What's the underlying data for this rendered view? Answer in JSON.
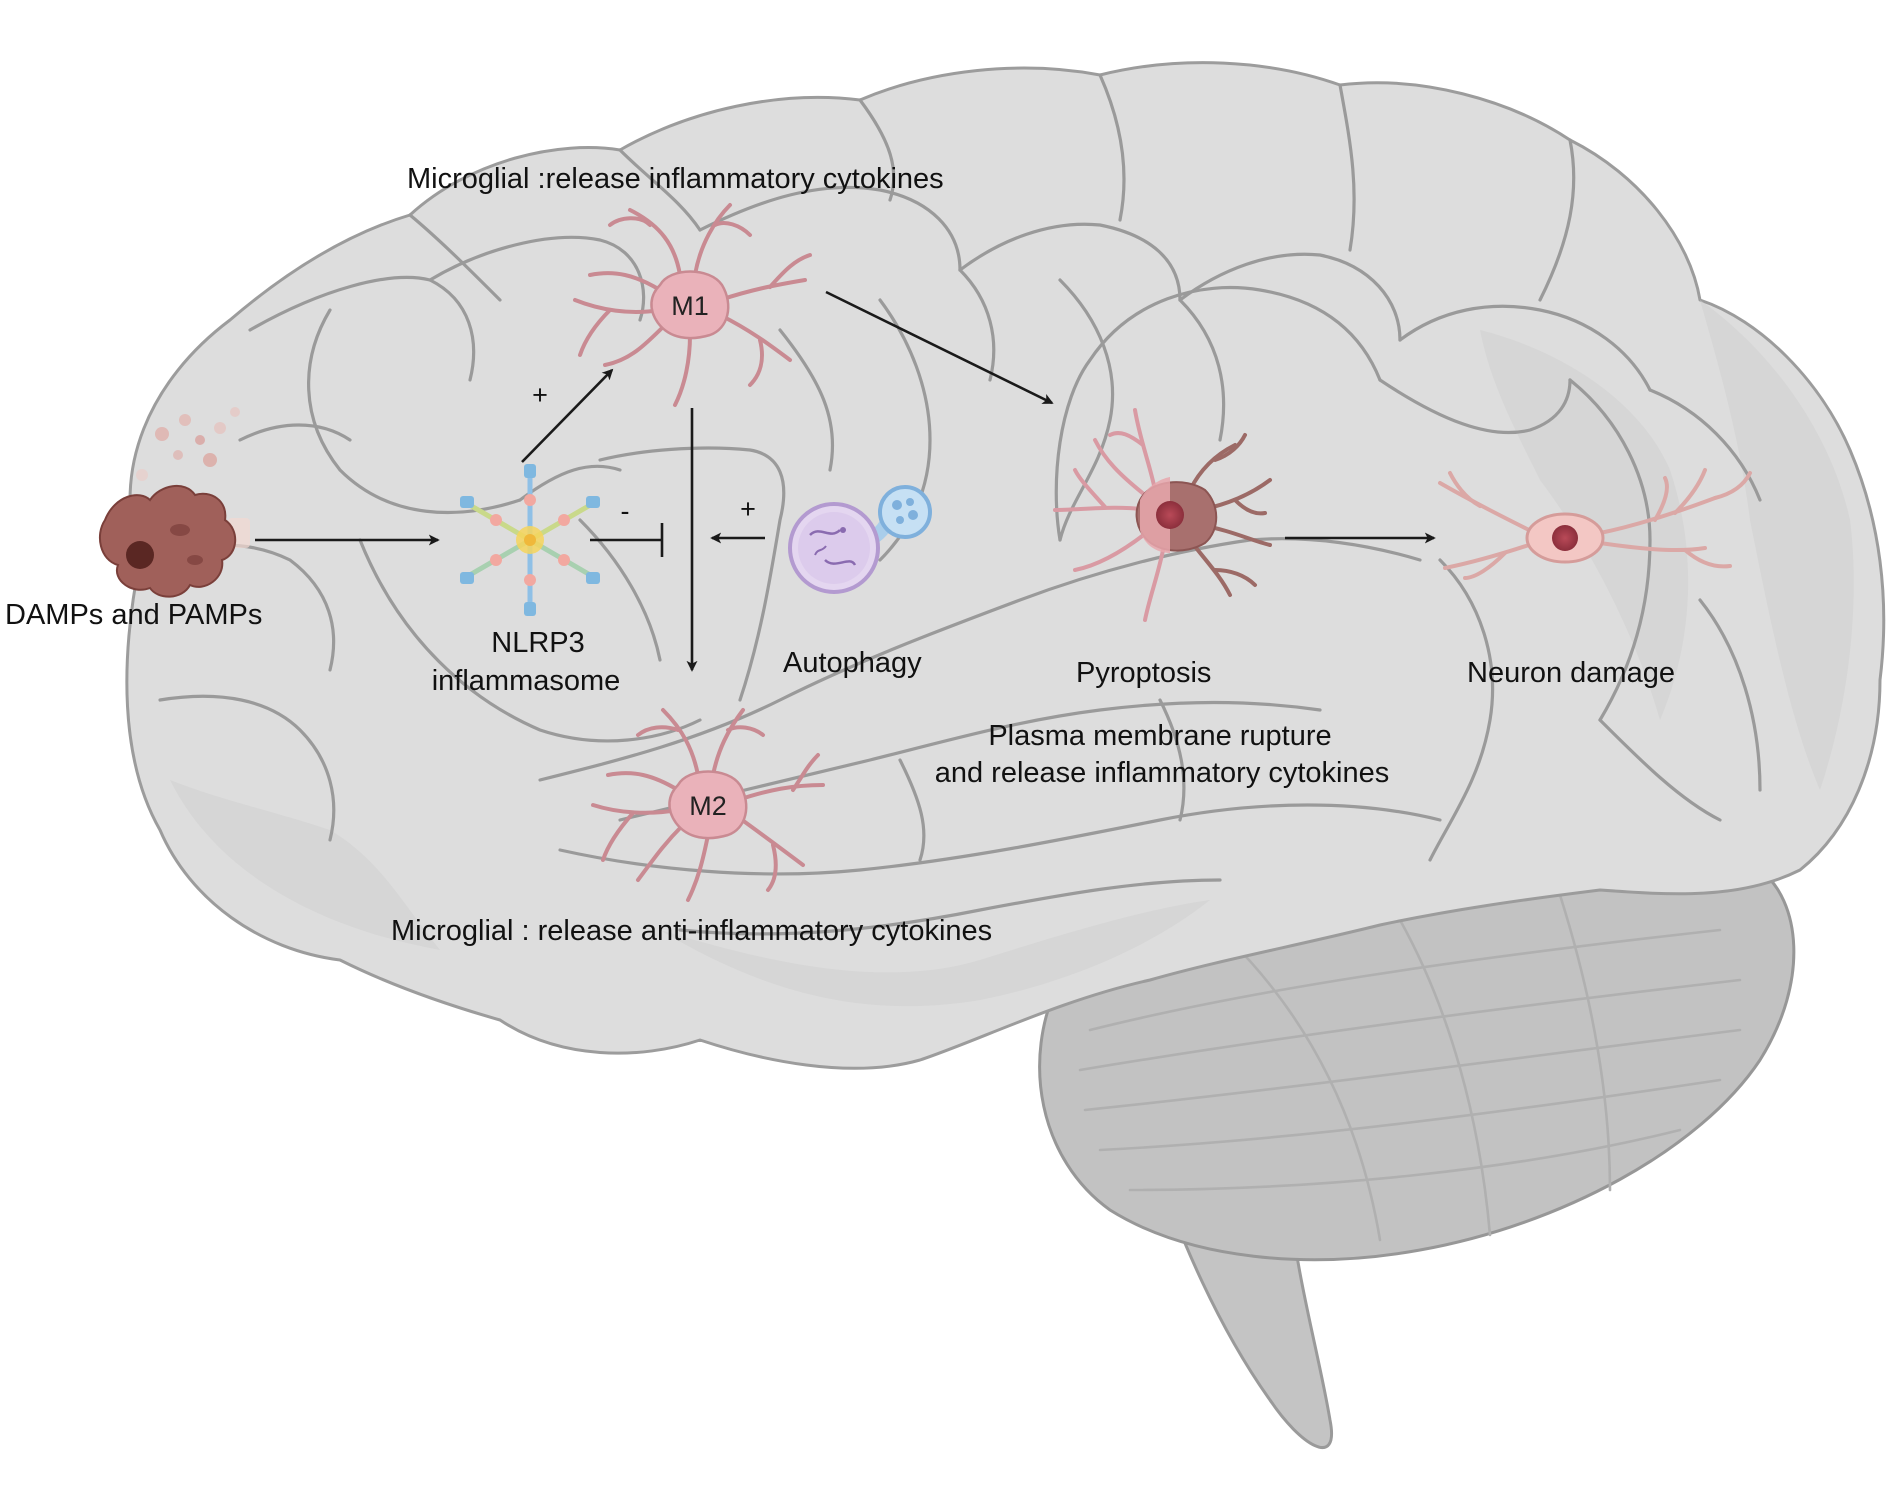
{
  "labels": {
    "damps": "DAMPs and PAMPs",
    "nlrp3_line1": "NLRP3",
    "nlrp3_line2": "inflammasome",
    "autophagy": "Autophagy",
    "pyroptosis": "Pyroptosis",
    "neuron_damage": "Neuron damage",
    "microglia_m1_caption": "Microglial :release inflammatory cytokines",
    "microglia_m2_caption": "Microglial : release anti-inflammatory cytokines",
    "pyroptosis_note_line1": "Plasma membrane rupture",
    "pyroptosis_note_line2": "and release inflammatory cytokines"
  },
  "cells": {
    "m1": "M1",
    "m2": "M2"
  },
  "signs": {
    "nlrp3_to_m1": "+",
    "nlrp3_inhibit": "-",
    "autophagy_effect": "+"
  },
  "colors": {
    "brain": "#dddddd",
    "brain_outline": "#9c9c9c",
    "cerebellum": "#bdbdbd",
    "microglia": "#eab2ba",
    "pyroptotic_cell": "#a8706e",
    "damps_cell": "#8a4f45",
    "autophagosome": "#d8c6ea",
    "lysosome": "#a9cdea",
    "neuron": "#f3c7c4"
  },
  "icons": [
    "damaged-cell-icon",
    "inflammasome-icon",
    "microglia-m1-icon",
    "microglia-m2-icon",
    "autophagosome-icon",
    "pyroptotic-cell-icon",
    "neuron-icon"
  ]
}
